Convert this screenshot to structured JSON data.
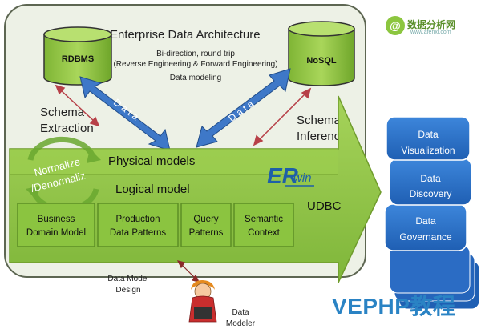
{
  "diagram": {
    "title": "Enterprise Data Architecture",
    "stores": {
      "rdbms": "RDBMS",
      "nosql": "NoSQL"
    },
    "bidirection": {
      "line1": "Bi-direction, round trip",
      "line2": "(Reverse Engineering & Forward Engineering)",
      "line3": "Data modeling"
    },
    "arrow_label_left": "D a t a",
    "arrow_label_right": "D a t a",
    "schema_extraction": {
      "line1": "Schema",
      "line2": "Extraction"
    },
    "schema_inference": {
      "line1": "Schema",
      "line2": "Inference"
    },
    "physical_models": "Physical models",
    "logical_model": "Logical model",
    "normalize": {
      "line1": "Normalize",
      "line2": "/Denormaliz"
    },
    "erwin": {
      "er": "ER",
      "win": "win"
    },
    "udbc": "UDBC",
    "boxes": [
      {
        "line1": "Business",
        "line2": "Domain Model"
      },
      {
        "line1": "Production",
        "line2": "Data Patterns"
      },
      {
        "line1": "Query",
        "line2": "Patterns"
      },
      {
        "line1": "Semantic",
        "line2": "Context"
      }
    ],
    "outputs": [
      {
        "line1": "Data",
        "line2": "Visualization"
      },
      {
        "line1": "Data",
        "line2": "Discovery"
      },
      {
        "line1": "Data",
        "line2": "Governance"
      }
    ],
    "modeler_design": {
      "line1": "Data Model",
      "line2": "Design"
    },
    "modeler_label": {
      "line1": "Data",
      "line2": "Modeler"
    }
  },
  "watermark": {
    "name": "数据分析网",
    "url": "www.afenxi.com"
  },
  "footer": "VEPHP教程",
  "colors": {
    "panel": "#edf1e6",
    "green": "#8ec63f",
    "green_dark": "#6f9c2c",
    "blue_box": "#2b6cc4",
    "arrow_blue": "#3e78c8",
    "arrow_red": "#b74048",
    "footer_blue": "#2a83c4"
  }
}
